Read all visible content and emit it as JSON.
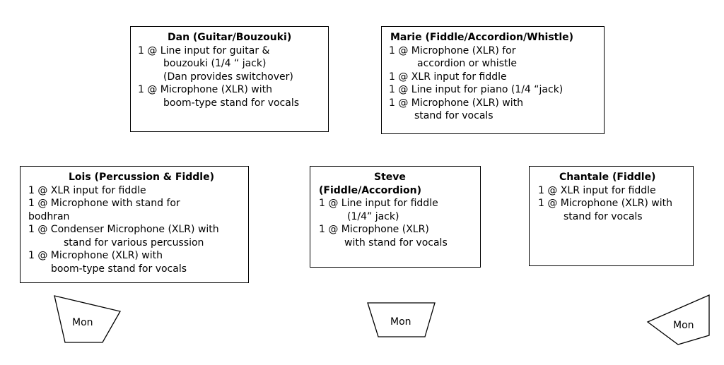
{
  "boxes": {
    "dan": {
      "title": "Dan (Guitar/Bouzouki)",
      "lines": [
        "1 @ Line input for guitar &",
        "bouzouki (1/4 “ jack)",
        "(Dan provides switchover)",
        "1 @ Microphone (XLR) with",
        "boom-type stand for vocals"
      ]
    },
    "marie": {
      "title": "Marie (Fiddle/Accordion/Whistle)",
      "lines": [
        "1 @ Microphone (XLR) for",
        "accordion or whistle",
        "1 @ XLR input for fiddle",
        "1 @ Line input for piano (1/4 “jack)",
        "1 @ Microphone (XLR) with",
        "stand for vocals"
      ]
    },
    "lois": {
      "title": "Lois (Percussion & Fiddle)",
      "lines": [
        "1 @ XLR input for fiddle",
        "1 @ Microphone with stand for",
        "bodhran",
        "1 @ Condenser Microphone (XLR) with",
        "stand for various percussion",
        "1 @ Microphone (XLR) with",
        "boom-type stand for vocals"
      ]
    },
    "steve": {
      "title": "Steve",
      "title2": "(Fiddle/Accordion)",
      "lines": [
        "1 @ Line input for fiddle",
        "(1/4” jack)",
        "1 @ Microphone (XLR)",
        "with stand for vocals"
      ]
    },
    "chantale": {
      "title": "Chantale (Fiddle)",
      "lines": [
        "1 @ XLR input for fiddle",
        "1 @ Microphone (XLR) with",
        "stand for vocals"
      ]
    }
  },
  "monitors": {
    "left": "Mon",
    "center": "Mon",
    "right": "Mon"
  }
}
